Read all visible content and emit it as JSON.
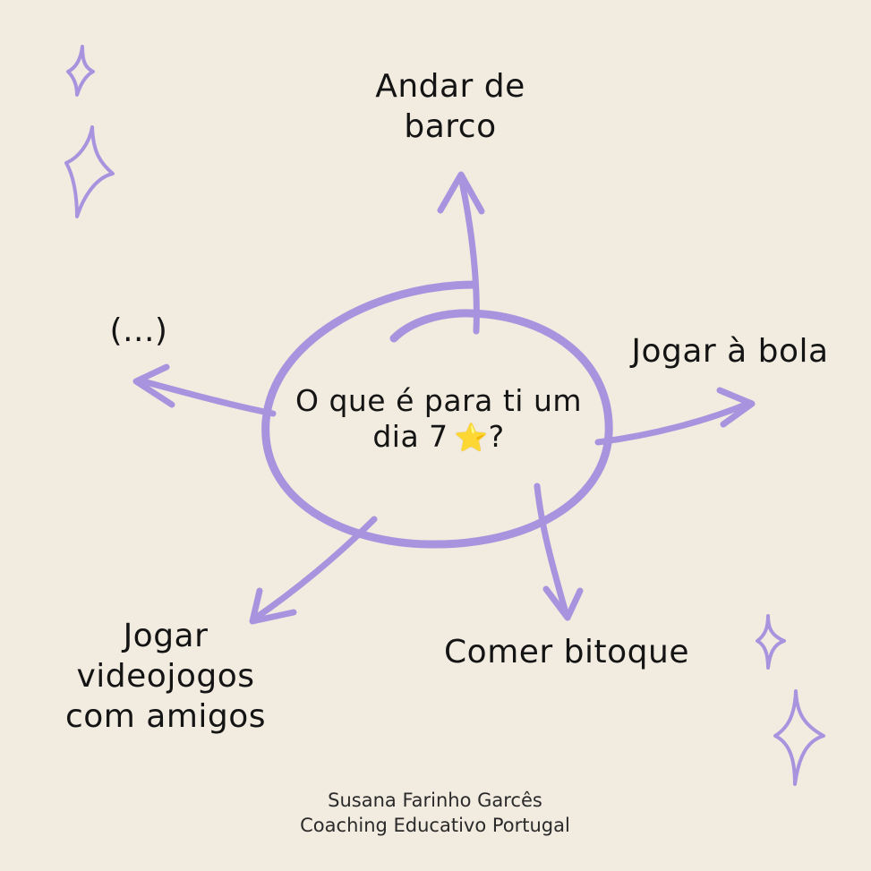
{
  "colors": {
    "background": "#f1ebe0",
    "accent": "#a894de",
    "text": "#141414",
    "star": "#f6c21a"
  },
  "center": {
    "question": "O que é para ti um\ndia 7",
    "suffix": "?",
    "icon": "star-emoji-icon"
  },
  "branches": {
    "top": "Andar de\nbarco",
    "right": "Jogar à bola",
    "left": "(...)",
    "bottom_right": "Comer bitoque",
    "bottom_left": "Jogar\nvideojogos\ncom amigos"
  },
  "decorations": [
    "sparkle-icon",
    "sparkle-icon",
    "sparkle-icon",
    "sparkle-icon"
  ],
  "footer": {
    "author": "Susana Farinho Garcês",
    "organization": "Coaching Educativo Portugal"
  }
}
